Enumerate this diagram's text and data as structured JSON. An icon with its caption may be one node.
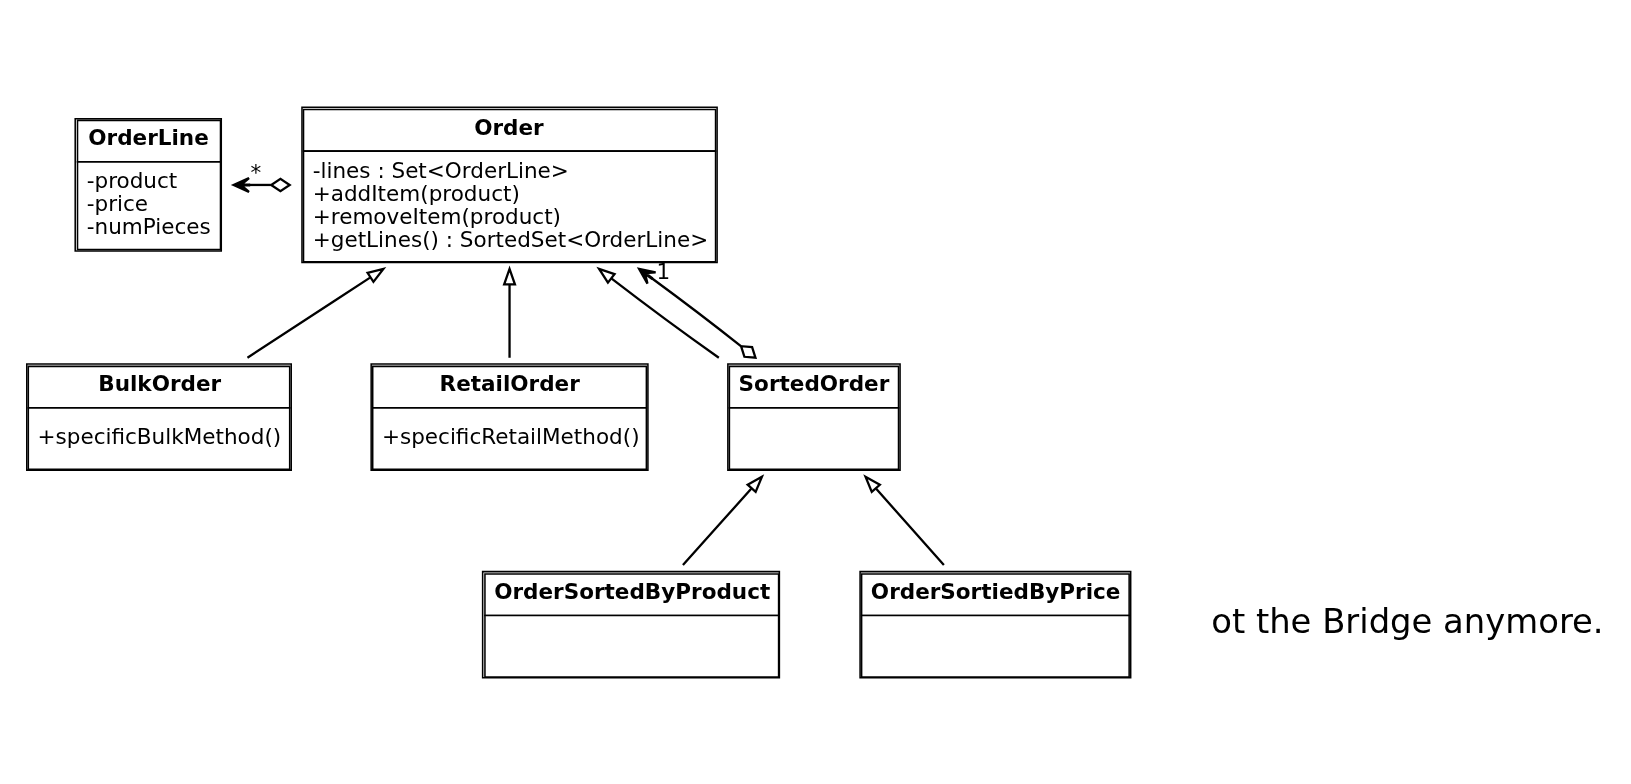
{
  "diagram": {
    "nodes": [
      {
        "text": [
          "OrderLine",
          "-product",
          "-price",
          "-numPieces"
        ]
      },
      {
        "text": [
          "Order",
          "-lines : Set<OrderLine>",
          "+addItem(product)",
          "+removeItem(product)",
          "+getLines() : SortedSet<OrderLine>"
        ]
      },
      {
        "text": [
          "BulkOrder",
          "+specificBulkMethod()"
        ]
      },
      {
        "text": [
          "RetailOrder",
          "+specificRetailMethod()"
        ]
      },
      {
        "text": [
          "SortedOrder"
        ]
      },
      {
        "text": [
          "OrderSortedByProduct"
        ]
      },
      {
        "text": [
          "OrderSortiedByPrice"
        ]
      }
    ],
    "edges": [
      {
        "from": 1,
        "to": 0,
        "arrow": "to",
        "label": "*"
      },
      {
        "from": 2,
        "to": 1,
        "arrow": "to"
      },
      {
        "from": 3,
        "to": 1,
        "arrow": "to"
      },
      {
        "from": 4,
        "to": 1,
        "arrow": "to"
      },
      {
        "from": 4,
        "to": 1,
        "arrow": "to",
        "label": "1"
      },
      {
        "from": 5,
        "to": 4,
        "arrow": "to"
      },
      {
        "from": 6,
        "to": 4,
        "arrow": "to"
      }
    ],
    "labels": [
      "ot the Bridge anymore."
    ]
  }
}
